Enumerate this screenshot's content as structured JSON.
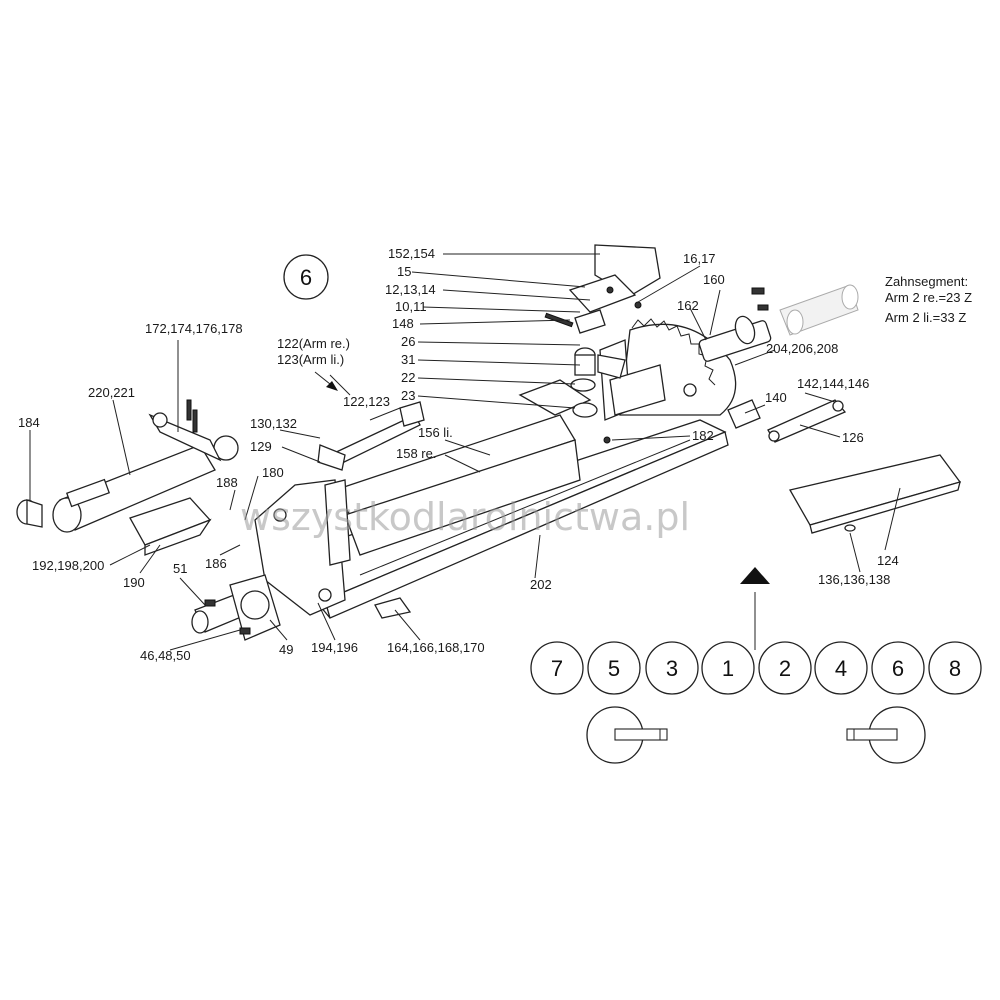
{
  "diagram": {
    "section_number": "6",
    "watermark": "wszystkodlarolnictwa.pl",
    "note_title": "Zahnsegment:",
    "note_line1": "Arm 2 re.=23 Z",
    "note_line2": "Arm 2 li.=33 Z",
    "labels": {
      "l152": "152,154",
      "l15": "15",
      "l12": "12,13,14",
      "l10": "10,11",
      "l148": "148",
      "l26": "26",
      "l31": "31",
      "l22": "22",
      "l23": "23",
      "l16": "16,17",
      "l160": "160",
      "l162": "162",
      "l204": "204,206,208",
      "l140": "140",
      "l142": "142,144,146",
      "l126": "126",
      "l182": "182",
      "l172": "172,174,176,178",
      "l122arm": "122(Arm re.)",
      "l123arm": "123(Arm li.)",
      "l122": "122,123",
      "l220": "220,221",
      "l184": "184",
      "l130": "130,132",
      "l129": "129",
      "l156": "156 li.",
      "l158": "158 re.",
      "l188": "188",
      "l180": "180",
      "l192": "192,198,200",
      "l190": "190",
      "l186": "186",
      "l51": "51",
      "l202": "202",
      "l124": "124",
      "l136": "136,136,138",
      "l46": "46,48,50",
      "l49": "49",
      "l194": "194,196",
      "l164": "164,166,168,170"
    },
    "positions": [
      "7",
      "5",
      "3",
      "1",
      "2",
      "4",
      "6",
      "8"
    ]
  }
}
